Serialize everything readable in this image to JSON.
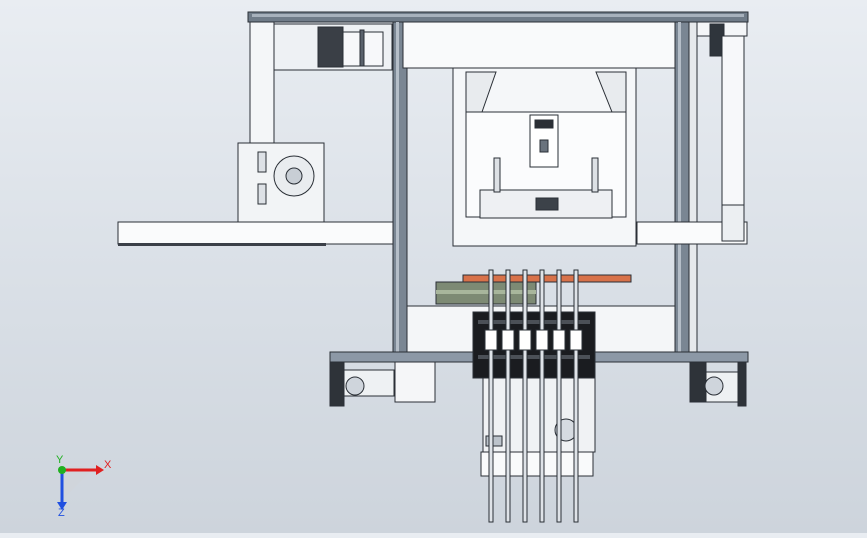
{
  "viewport": {
    "background_top": "#e9edf2",
    "background_bottom": "#cdd4dc"
  },
  "triad": {
    "x_label": "X",
    "y_label": "Y",
    "z_label": "Z",
    "x_color": "#e02020",
    "y_color": "#20b020",
    "z_color": "#2050e0"
  },
  "colors": {
    "frame_dark": "#4c5764",
    "frame_mid": "#8995a3",
    "panel_light": "#f4f6f8",
    "nozzle_block": "#1a1c20",
    "feeder_strip": "#d8724a"
  }
}
